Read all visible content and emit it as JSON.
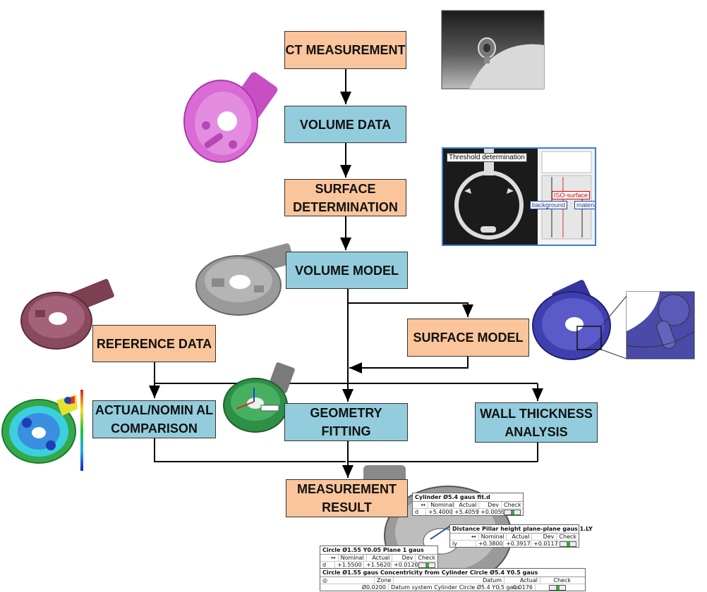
{
  "boxes": {
    "ct_measurement": "CT MEASUREMENT",
    "volume_data": "VOLUME DATA",
    "surface_determination": "SURFACE DETERMINATION",
    "volume_model": "VOLUME MODEL",
    "reference_data": "REFERENCE DATA",
    "surface_model": "SURFACE MODEL",
    "actual_nominal_comparison": "ACTUAL/NOMIN AL COMPARISON",
    "geometry_fitting": "GEOMETRY FITTING",
    "wall_thickness_analysis": "WALL THICKNESS ANALYSIS",
    "measurement_result": "MEASUREMENT RESULT"
  },
  "threshold_panel": {
    "title": "Threshold determination",
    "iso_surface": "ISO-surface",
    "background": "background",
    "material": "material"
  },
  "tables": {
    "cylinder": {
      "title": "Cylinder Ø5.4 gaus fit.d",
      "headers": [
        "Nominal",
        "Actual",
        "Dev",
        "Check"
      ],
      "symbol": "d",
      "nominal": "+5.4000",
      "actual": "+5.4059",
      "dev": "+0.0059"
    },
    "distance": {
      "title": "Distance Pillar height plane-plane gaus 1.LY",
      "headers": [
        "Nominal",
        "Actual",
        "Dev",
        "Check"
      ],
      "symbol": "ly",
      "nominal": "+0.3800",
      "actual": "+0.3917",
      "dev": "+0.0117"
    },
    "circle": {
      "title": "Circle Ø1.55 Y0.05 Plane 1 gaus",
      "headers": [
        "Nominal",
        "Actual",
        "Dev",
        "Check"
      ],
      "symbol": "d",
      "nominal": "+1.5500",
      "actual": "+1.5620",
      "dev": "+0.0120"
    },
    "concentricity": {
      "title": "Circle Ø1.55 gaus Concentricity from Cylinder Circle Ø5.4 Y0.5 gaus",
      "headers": [
        "Zone",
        "Datum",
        "Actual",
        "Check"
      ],
      "zone": "Ø0.0200",
      "datum": "Datum system Cylinder Circle Ø5.4 Y0.5 gaus",
      "actual": "0.0176"
    }
  },
  "colors": {
    "orange_box": "#fbc59b",
    "blue_box": "#93cddd",
    "pink_part": "#d96ad6",
    "grey_part": "#9a9a9a",
    "maroon_part": "#8a4a5e",
    "blue_part": "#3f3fb0"
  }
}
